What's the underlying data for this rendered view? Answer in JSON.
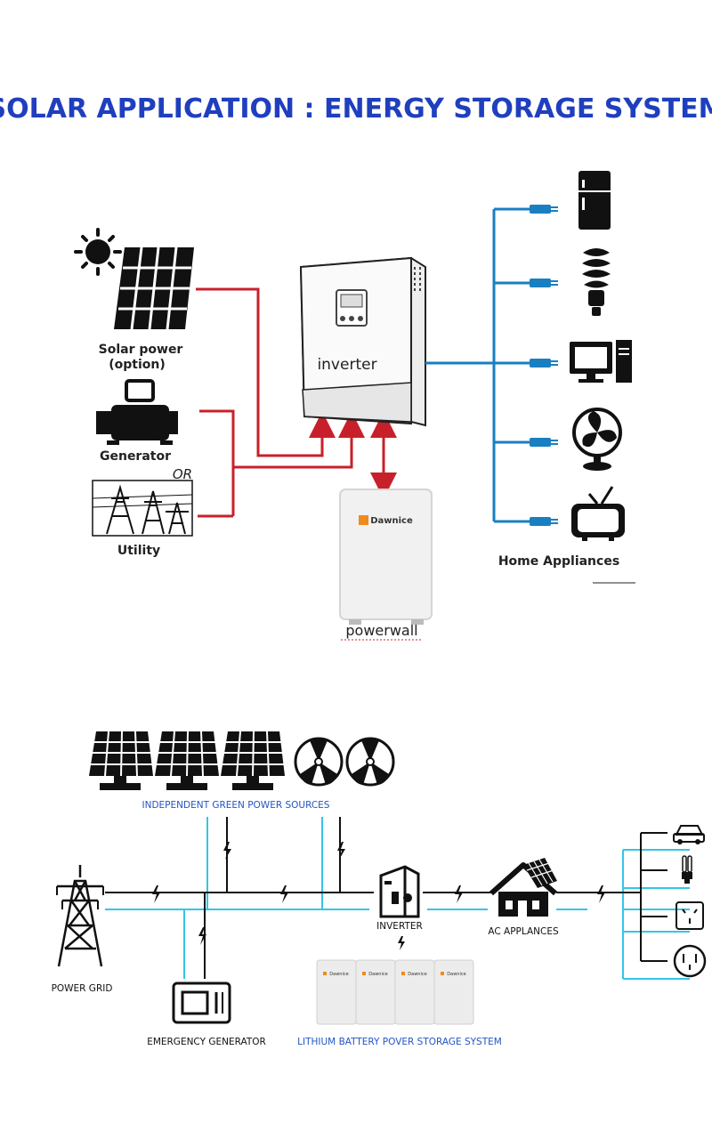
{
  "title": "SOLAR APPLICATION : ENERGY STORAGE SYSTEM",
  "top_diagram": {
    "solar_label_line1": "Solar power",
    "solar_label_line2": "(option)",
    "generator_label": "Generator",
    "or_label": "OR",
    "utility_label": "Utility",
    "inverter_label": "inverter",
    "brand_label": "Dawnice",
    "powerwall_label": "powerwall",
    "home_appliances_label": "Home Appliances"
  },
  "bottom_diagram": {
    "green_sources_label": "INDEPENDENT GREEN POWER SOURCES",
    "power_grid_label": "POWER GRID",
    "emergency_generator_label": "EMERGENCY GENERATOR",
    "inverter_label": "INVERTER",
    "ac_appliances_label": "AC APPLANCES",
    "battery_label": "LITHIUM BATTERY POVER STORAGE SYSTEM",
    "battery_brand": "Dawnice"
  },
  "colors": {
    "title": "#1f3fbf",
    "dc_line": "#c8202a",
    "ac_line": "#1a7fc1",
    "bus_blue": "#33c6e8",
    "label_blue": "#2255c4"
  }
}
